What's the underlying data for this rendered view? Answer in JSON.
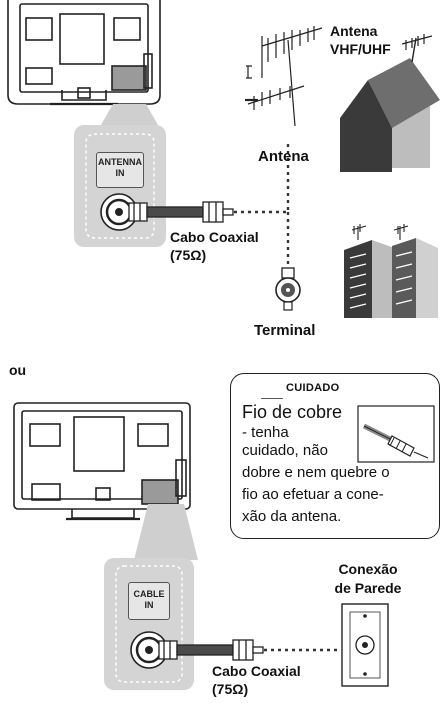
{
  "labels": {
    "antenna_type": [
      "Antena",
      "VHF/UHF"
    ],
    "antenna": "Antena",
    "coax_top": [
      "Cabo Coaxial",
      "(75Ω)"
    ],
    "terminal": "Terminal",
    "or": "ou",
    "wall_connection": [
      "Conexão",
      "de Parede"
    ],
    "coax_bottom": [
      "Cabo Coaxial",
      "(75Ω)"
    ]
  },
  "ports": {
    "antenna_in": [
      "ANTENNA",
      "IN"
    ],
    "cable_in": [
      "CABLE",
      "IN"
    ]
  },
  "warning": {
    "title": "CUIDADO",
    "heading": "Fio de cobre",
    "lines": [
      "- tenha",
      "cuidado, não",
      "dobre e nem quebre o",
      "fio ao efetuar a cone-",
      "xão da antena."
    ]
  },
  "colors": {
    "ink": "#111111",
    "panel_gray": "#d4d4d4",
    "building_dark": "#3a3a3a",
    "building_light": "#bdbdbd"
  }
}
